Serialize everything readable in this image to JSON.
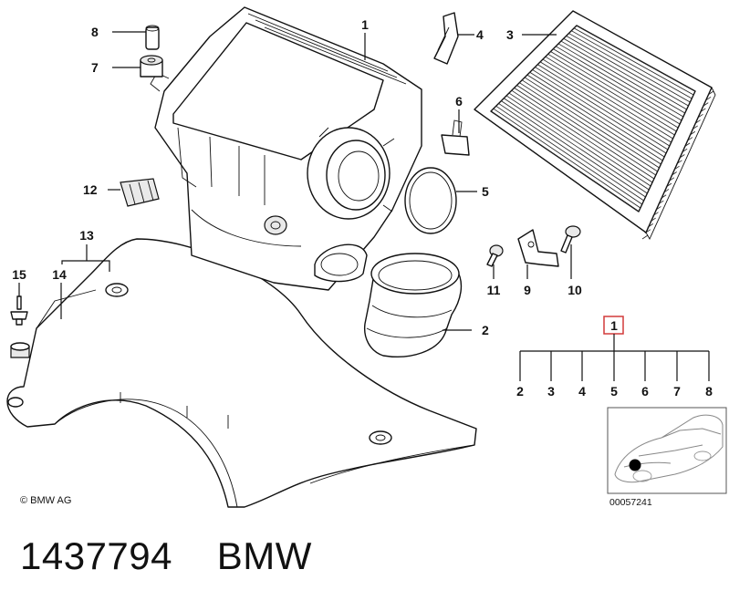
{
  "copyright": "© BMW AG",
  "image_number": "00057241",
  "caption": {
    "part_number": "1437794",
    "brand": "BMW"
  },
  "callouts": [
    "1",
    "2",
    "3",
    "4",
    "5",
    "6",
    "7",
    "8",
    "9",
    "10",
    "11",
    "12",
    "13",
    "14",
    "15"
  ],
  "legend": {
    "highlighted": "1",
    "children": [
      "2",
      "3",
      "4",
      "5",
      "6",
      "7",
      "8"
    ]
  },
  "colors": {
    "highlight_box": "#d23a3a",
    "line": "#111111"
  }
}
